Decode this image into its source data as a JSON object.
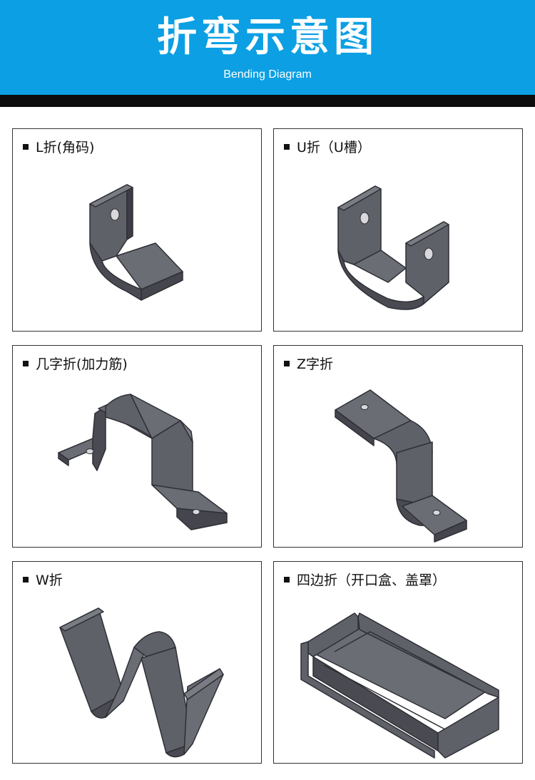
{
  "header": {
    "title": "折弯示意图",
    "subtitle": "Bending Diagram"
  },
  "colors": {
    "header_bg": "#0c9fe3",
    "band": "#0d0d0d",
    "metal_face": "#5f6169",
    "metal_edge": "#2e2f35"
  },
  "cards": [
    {
      "label": "L折(角码)",
      "icon": "l-bend-bracket"
    },
    {
      "label": "U折（U槽）",
      "icon": "u-channel"
    },
    {
      "label": "几字折(加力筋)",
      "icon": "hat-bend"
    },
    {
      "label": "Z字折",
      "icon": "z-bend"
    },
    {
      "label": "W折",
      "icon": "w-bend"
    },
    {
      "label": "四边折（开口盒、盖罩）",
      "icon": "open-box"
    }
  ]
}
